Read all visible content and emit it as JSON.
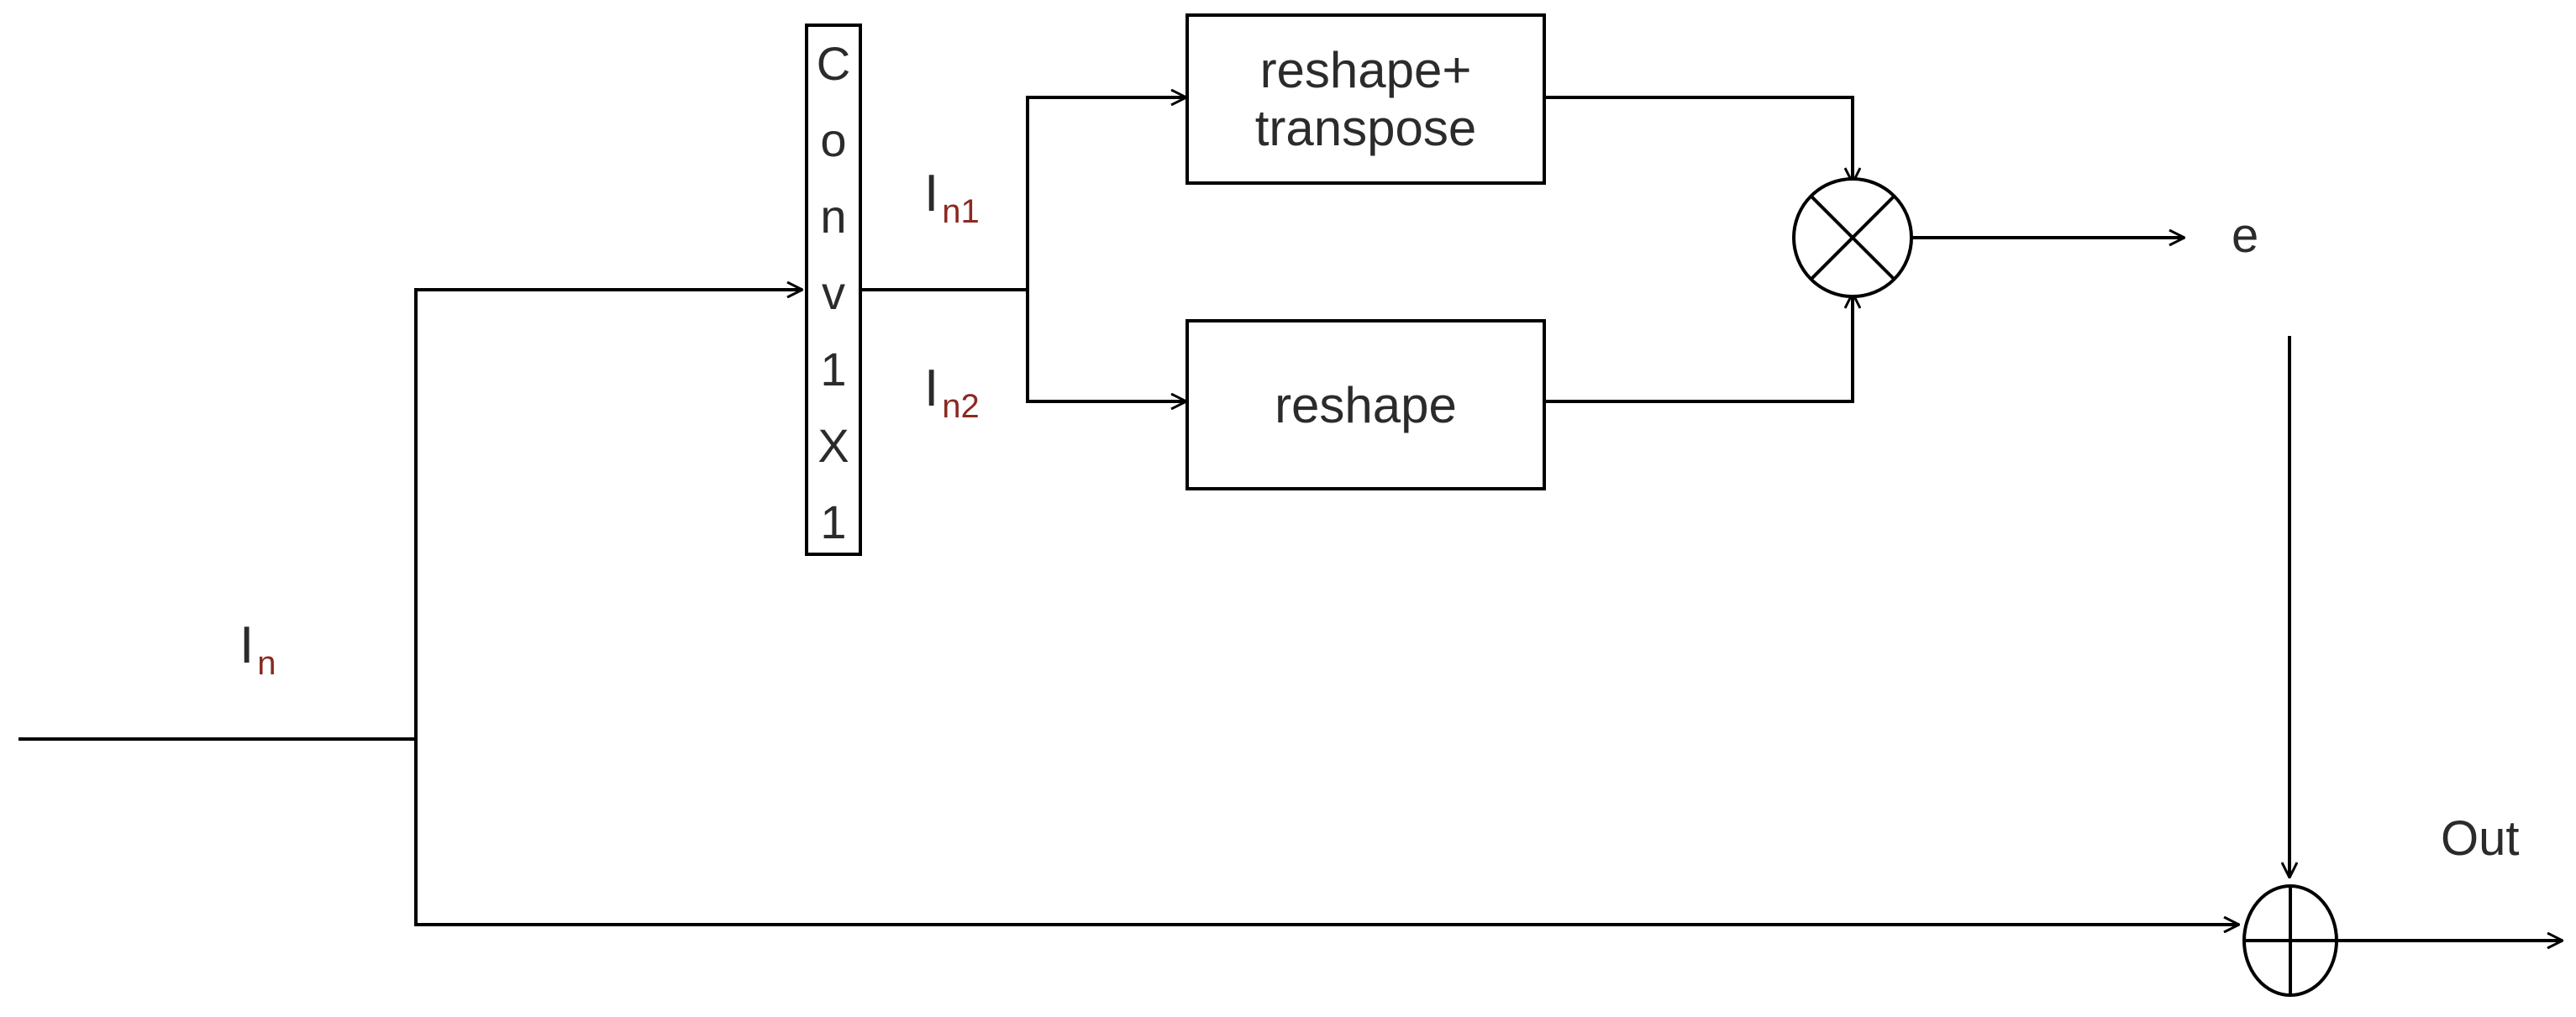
{
  "diagram": {
    "nodes": {
      "conv": {
        "label": "Conv1X1",
        "letters": [
          "C",
          "o",
          "n",
          "v",
          "1",
          "X",
          "1"
        ]
      },
      "reshape_transpose": {
        "label": "reshape+\ntranspose"
      },
      "reshape": {
        "label": "reshape"
      },
      "multiply": {
        "symbol": "⊗"
      },
      "add": {
        "symbol": "⊕"
      }
    },
    "labels": {
      "input": {
        "main": "I",
        "sub": "n"
      },
      "branch1": {
        "main": "I",
        "sub": "n1"
      },
      "branch2": {
        "main": "I",
        "sub": "n2"
      },
      "e": "e",
      "out": "Out"
    },
    "colors": {
      "stroke": "#000000",
      "text": "#2b2b2b",
      "subscript": "#8a2a22"
    }
  }
}
